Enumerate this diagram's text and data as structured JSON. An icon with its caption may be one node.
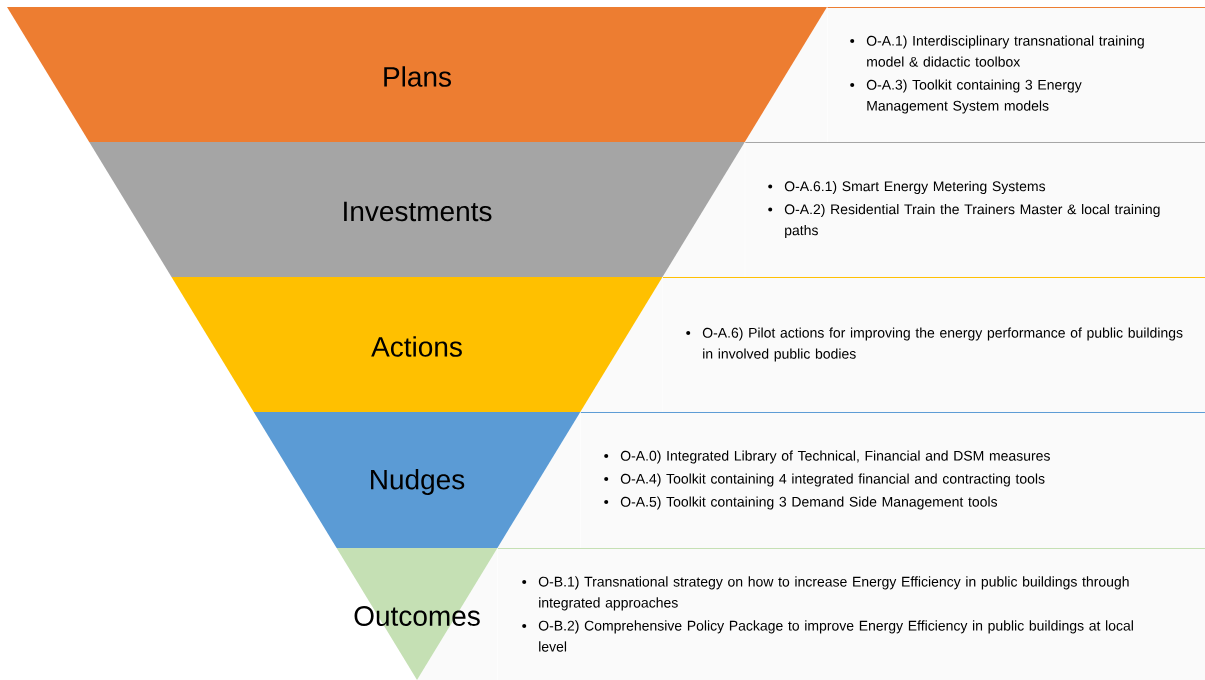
{
  "diagram": {
    "nodes": [
      {
        "text": [
          "Plans"
        ]
      },
      {
        "text": [
          "O-A.1) Interdisciplinary transnational training model & didactic toolbox",
          "O-A.3) Toolkit containing 3 Energy Management System models"
        ]
      },
      {
        "text": [
          "Investments"
        ]
      },
      {
        "text": [
          "O-A.6.1) Smart Energy Metering Systems",
          "O-A.2) Residential Train the Trainers Master & local training paths"
        ]
      },
      {
        "text": [
          "Actions"
        ]
      },
      {
        "text": [
          "O-A.6) Pilot actions for improving the energy performance of public buildings in involved public bodies"
        ]
      },
      {
        "text": [
          "Nudges"
        ]
      },
      {
        "text": [
          "O-A.0) Integrated Library of Technical, Financial and DSM measures",
          "O-A.4) Toolkit containing 4 integrated financial and contracting tools",
          "O-A.5) Toolkit containing 3 Demand Side Management tools"
        ]
      },
      {
        "text": [
          "Outcomes"
        ]
      },
      {
        "text": [
          "O-B.1) Transnational strategy on how to increase Energy Efficiency in public buildings through integrated approaches",
          "O-B.2) Comprehensive Policy Package to improve Energy Efficiency in public buildings at local level"
        ]
      }
    ]
  }
}
